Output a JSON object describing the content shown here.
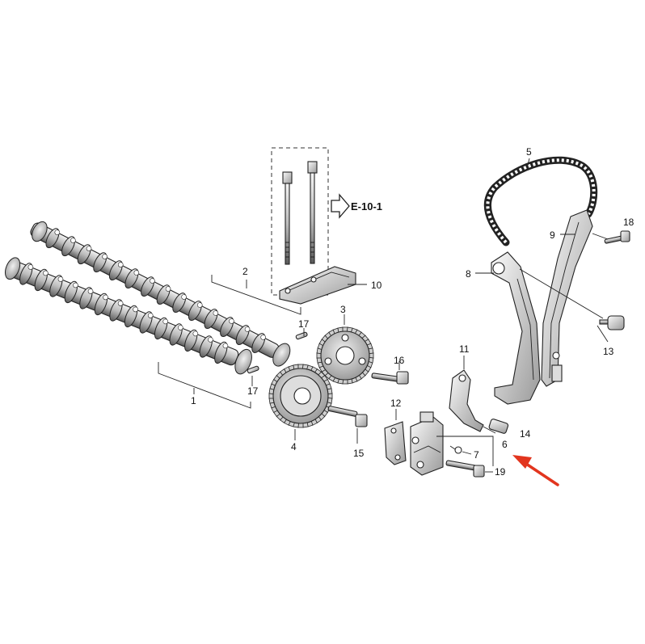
{
  "reference_label": "E-10-1",
  "callouts": {
    "c1": "1",
    "c2": "2",
    "c3": "3",
    "c4": "4",
    "c5": "5",
    "c6": "6",
    "c7": "7",
    "c8": "8",
    "c9": "9",
    "c10": "10",
    "c11": "11",
    "c12": "12",
    "c13": "13",
    "c14": "14",
    "c15": "15",
    "c16": "16",
    "c17a": "17",
    "c17b": "17",
    "c18": "18",
    "c19": "19"
  },
  "colors": {
    "arrow": "#e2351e",
    "line": "#222222"
  },
  "icons": {
    "reference_arrow": "hollow-right-arrow-icon",
    "highlight": "red-pointer-arrow-icon"
  }
}
